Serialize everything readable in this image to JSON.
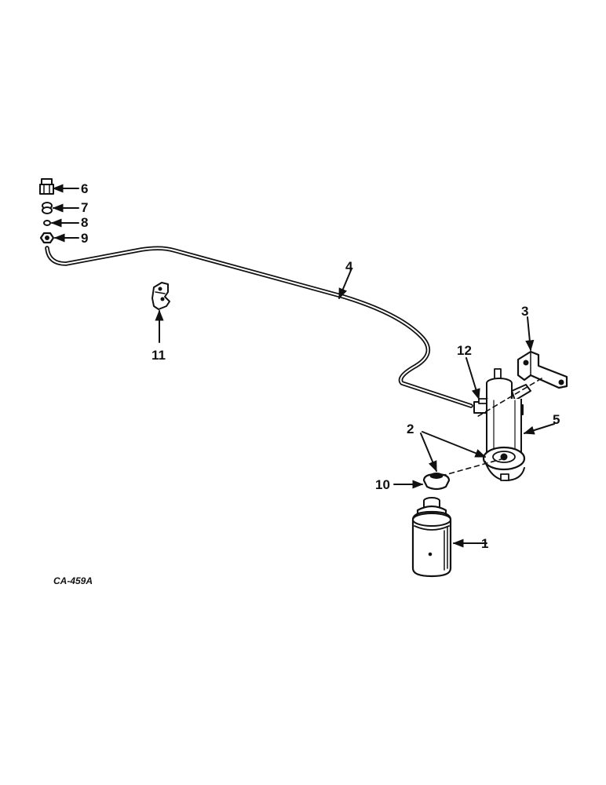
{
  "figure_id": "CA-459A",
  "callouts": {
    "c1": "1",
    "c2": "2",
    "c3": "3",
    "c4": "4",
    "c5": "5",
    "c6": "6",
    "c7": "7",
    "c8": "8",
    "c9": "9",
    "c10": "10",
    "c11": "11",
    "c12": "12"
  }
}
